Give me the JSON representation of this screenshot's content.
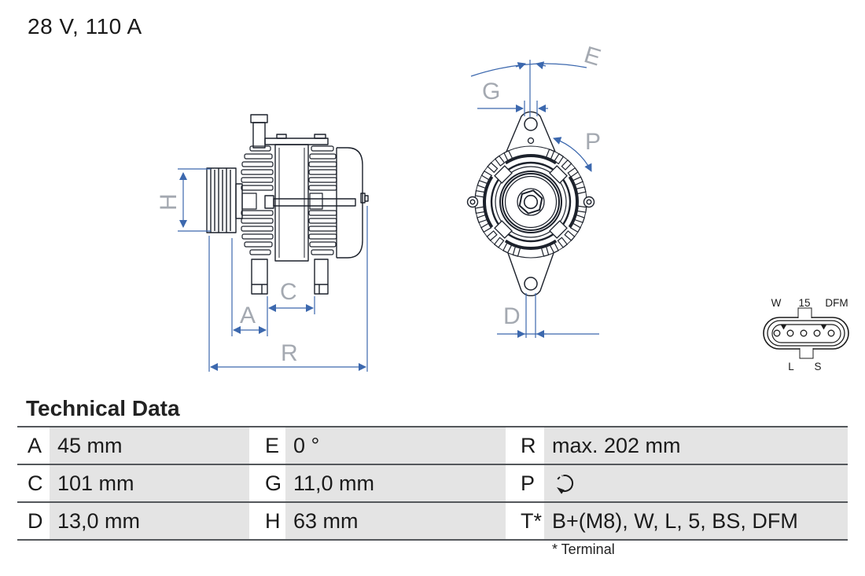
{
  "title": "28 V, 110 A",
  "drawing": {
    "side_view": {
      "labels": {
        "H": "H",
        "A": "A",
        "C": "C",
        "R": "R"
      }
    },
    "front_view": {
      "labels": {
        "E": "E",
        "G": "G",
        "P": "P",
        "D": "D"
      }
    },
    "connector": {
      "labels": {
        "w": "W",
        "t15": "15",
        "dfm": "DFM",
        "l": "L",
        "s": "S"
      }
    }
  },
  "technical_data": {
    "heading": "Technical Data",
    "rows": [
      {
        "c1_label": "A",
        "c1_value": "45 mm",
        "c2_label": "E",
        "c2_value": "0 °",
        "c3_label": "R",
        "c3_value": "max. 202 mm"
      },
      {
        "c1_label": "C",
        "c1_value": "101 mm",
        "c2_label": "G",
        "c2_value": "11,0 mm",
        "c3_label": "P",
        "c3_value": "",
        "c3_icon": "rotation-direction-icon"
      },
      {
        "c1_label": "D",
        "c1_value": "13,0 mm",
        "c2_label": "H",
        "c2_value": "63 mm",
        "c3_label": "T*",
        "c3_value": "B+(M8), W, L, 5, BS, DFM"
      }
    ],
    "footnote": "* Terminal"
  },
  "colors": {
    "dimension_blue": "#3c68ae",
    "dimension_label_gray": "#a4a9b1",
    "drawing_line": "#1c212b",
    "table_cell_gray": "#e4e4e4",
    "table_line": "#54575b"
  }
}
